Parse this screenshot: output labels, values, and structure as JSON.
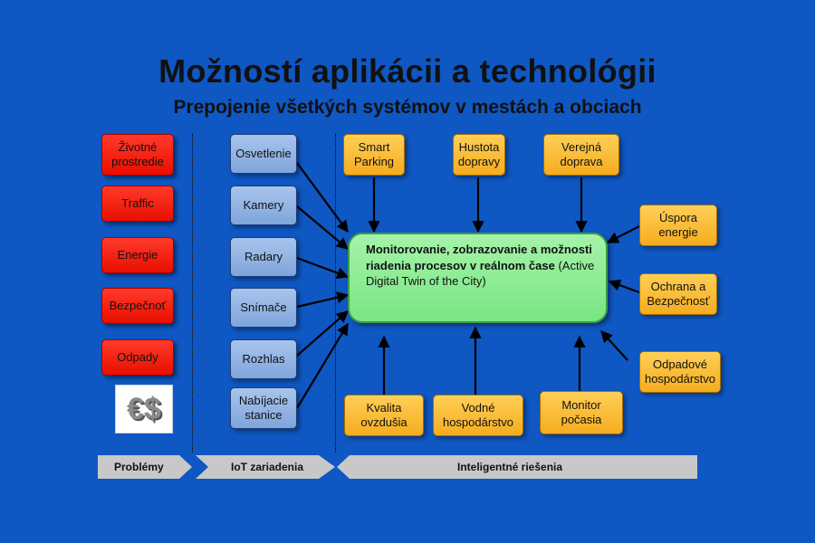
{
  "title": "Možností aplikácii a technológii",
  "subtitle": "Prepojenie všetkých systémov v mestách a obciach",
  "problems": [
    "Životné prostredie",
    "Traffic",
    "Energie",
    "Bezpečnoť",
    "Odpady"
  ],
  "iot_devices": [
    "Osvetlenie",
    "Kamery",
    "Radary",
    "Snímače",
    "Rozhlas",
    "Nabíjacie stanice"
  ],
  "solutions_top": [
    "Smart Parking",
    "Hustota dopravy",
    "Verejná doprava"
  ],
  "solutions_right": [
    "Úspora energie",
    "Ochrana a Bezpečnosť",
    "Odpadové hospodárstvo"
  ],
  "solutions_bottom": [
    "Kvalita ovzdušia",
    "Vodné hospodárstvo",
    "Monitor počasia"
  ],
  "center": {
    "bold": "Monitorovanie, zobrazovanie a možnosti riadenia procesov v reálnom čase",
    "normal": "(Active Digital Twin of the City)"
  },
  "money_icon": "€$",
  "stages": [
    "Problémy",
    "IoT zariadenia",
    "Inteligentné riešenia"
  ],
  "colors": {
    "background": "#0f57c2",
    "problems": "#f41c0e",
    "iot": "#93b3e4",
    "solutions": "#fbbd3a",
    "center": "#8ceb92",
    "stage_bar": "#c8c8c8"
  }
}
